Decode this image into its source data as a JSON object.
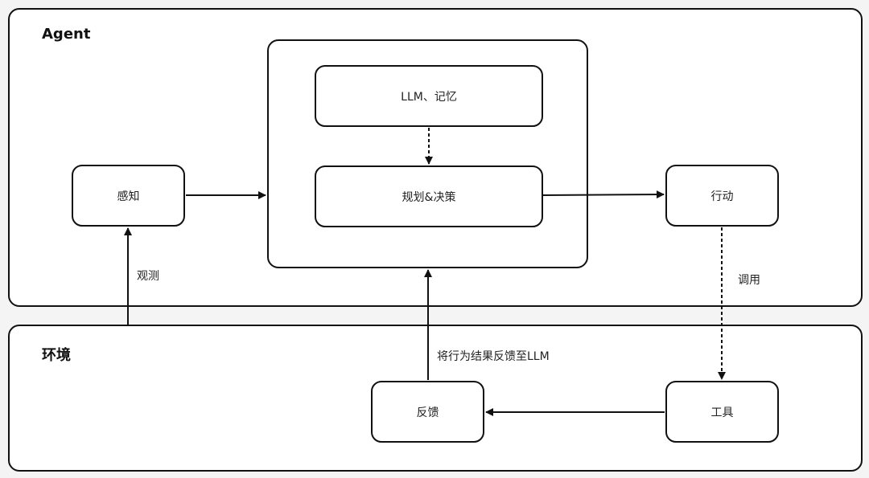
{
  "agent_region": {
    "title": "Agent"
  },
  "env_region": {
    "title": "环境"
  },
  "nodes": {
    "llm_memory": "LLM、记忆",
    "planning": "规划&决策",
    "perception": "感知",
    "action": "行动",
    "tool": "工具",
    "feedback": "反馈"
  },
  "edge_labels": {
    "observe": "观测",
    "invoke": "调用",
    "feedback_to_llm": "将行为结果反馈至LLM"
  }
}
